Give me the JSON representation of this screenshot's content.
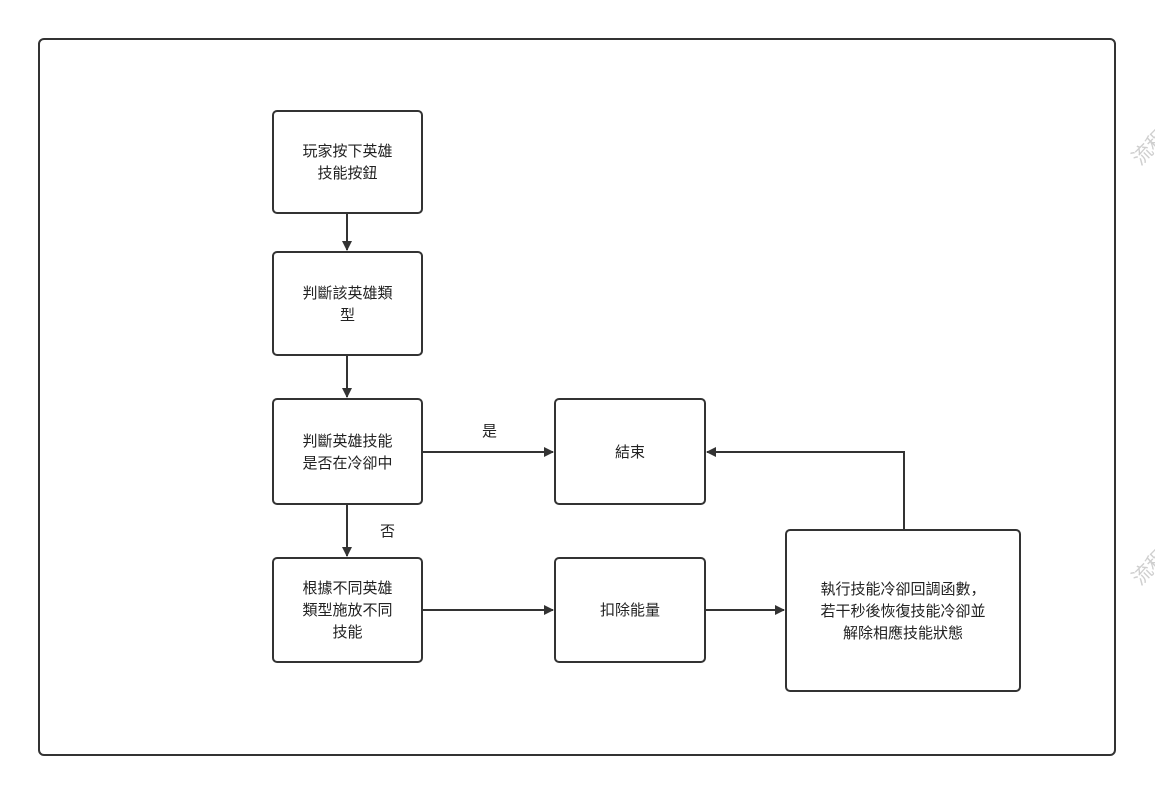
{
  "nodes": {
    "press_button": "玩家按下英雄\n技能按鈕",
    "judge_type": "判斷該英雄類\n型",
    "check_cooldown": "判斷英雄技能\n是否在冷卻中",
    "end": "結束",
    "cast_skill": "根據不同英雄\n類型施放不同\n技能",
    "deduct_energy": "扣除能量",
    "cooldown_callback": "執行技能冷卻回調函數，\n若干秒後恢復技能冷卻並\n解除相應技能狀態"
  },
  "edge_labels": {
    "yes": "是",
    "no": "否"
  },
  "watermark": "流程"
}
